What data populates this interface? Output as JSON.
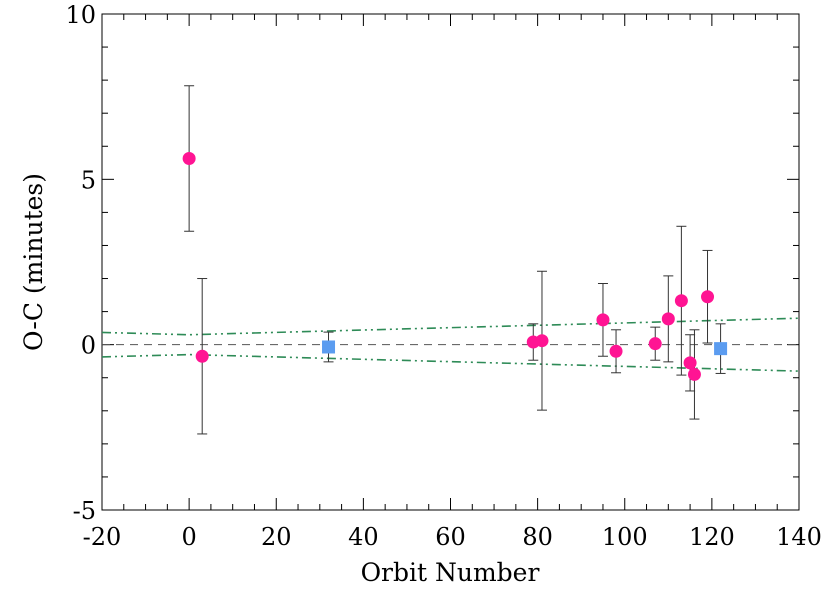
{
  "chart_data": {
    "type": "scatter",
    "title": "",
    "xlabel": "Orbit Number",
    "ylabel": "O-C (minutes)",
    "xlim": [
      -20,
      140
    ],
    "ylim": [
      -5,
      10
    ],
    "x_ticks": [
      -20,
      0,
      20,
      40,
      60,
      80,
      100,
      120,
      140
    ],
    "x_tick_labels": [
      "-20",
      "0",
      "20",
      "40",
      "60",
      "80",
      "100",
      "120",
      "140"
    ],
    "y_ticks": [
      -5,
      0,
      5,
      10
    ],
    "y_tick_labels": [
      "-5",
      "0",
      "5",
      "10"
    ],
    "grid": false,
    "legend": "none",
    "series": [
      {
        "marker": "circle",
        "color": "#ff1493",
        "points": [
          {
            "x": 0,
            "y": 5.63,
            "err": 2.2
          },
          {
            "x": 3,
            "y": -0.35,
            "err": 2.35
          },
          {
            "x": 79,
            "y": 0.08,
            "err": 0.55
          },
          {
            "x": 81,
            "y": 0.12,
            "err": 2.1
          },
          {
            "x": 95,
            "y": 0.75,
            "err": 1.1
          },
          {
            "x": 98,
            "y": -0.2,
            "err": 0.65
          },
          {
            "x": 107,
            "y": 0.03,
            "err": 0.5
          },
          {
            "x": 110,
            "y": 0.78,
            "err": 1.3
          },
          {
            "x": 113,
            "y": 1.33,
            "err": 2.25
          },
          {
            "x": 115,
            "y": -0.55,
            "err": 0.85
          },
          {
            "x": 116,
            "y": -0.9,
            "err": 1.35
          },
          {
            "x": 119,
            "y": 1.45,
            "err": 1.4
          }
        ]
      },
      {
        "marker": "square",
        "color": "#5b9cf0",
        "points": [
          {
            "x": 32,
            "y": -0.07,
            "err": 0.45
          },
          {
            "x": 122,
            "y": -0.12,
            "err": 0.75
          }
        ]
      }
    ],
    "reference_line": {
      "y": 0,
      "style": "dashed",
      "color": "#555555"
    },
    "envelope": {
      "style": "dash-dot-dot",
      "color": "#2e8b57",
      "upper": [
        {
          "x": -20,
          "y": 0.37
        },
        {
          "x": 0,
          "y": 0.3
        },
        {
          "x": 140,
          "y": 0.8
        }
      ],
      "lower": [
        {
          "x": -20,
          "y": -0.37
        },
        {
          "x": 0,
          "y": -0.3
        },
        {
          "x": 140,
          "y": -0.8
        }
      ]
    }
  }
}
